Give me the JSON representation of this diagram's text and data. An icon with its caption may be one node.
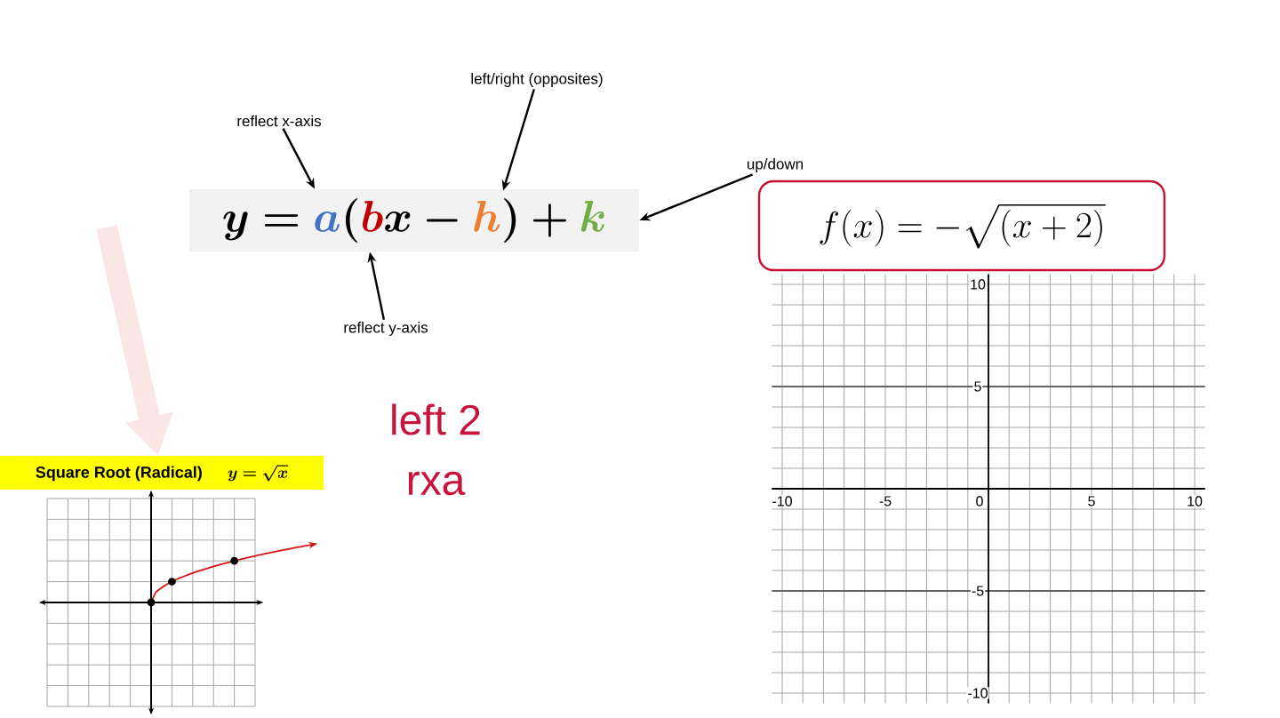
{
  "diagram": {
    "nodes": [
      {
        "text": [
          "reflect x-axis"
        ]
      },
      {
        "text": [
          "left/right (opposites)"
        ]
      },
      {
        "text": [
          "up/down"
        ]
      },
      {
        "text": [
          "reflect y-axis"
        ]
      },
      {
        "text": [
          "\\boldsymbol{y = \\textcolor[HTML]{4472C4}{a}(\\textcolor[HTML]{C00000}{b}x - \\textcolor[HTML]{ED7D31}{h}) + \\textcolor[HTML]{70AD47}{k}}"
        ]
      },
      {
        "text": [
          "f(x) = -\\sqrt{(x+2)}"
        ]
      },
      {
        "text": [
          "Square Root (Radical)",
          "\\boldsymbol{y = \\sqrt{x}}"
        ]
      }
    ],
    "edges": [
      {
        "from": 0,
        "to": 4,
        "arrow": "to"
      },
      {
        "from": 1,
        "to": 4,
        "arrow": "to"
      },
      {
        "from": 2,
        "to": 4,
        "arrow": "to"
      },
      {
        "from": 3,
        "to": 4,
        "arrow": "to"
      },
      {
        "from": null,
        "to": 6,
        "arrow": "to",
        "style": "thick",
        "color": "#fbe6e6"
      }
    ],
    "labels": [
      "left 2",
      "rxa",
      "10",
      "5",
      "-10",
      "-5",
      "0",
      "5",
      "10",
      "-5",
      "-10"
    ]
  }
}
